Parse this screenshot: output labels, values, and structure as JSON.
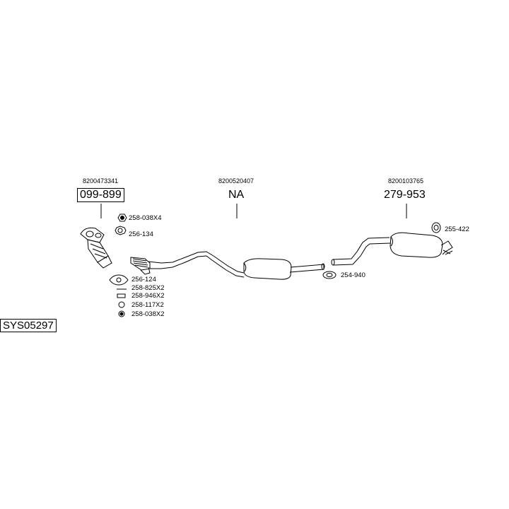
{
  "system_code": "SYS05297",
  "groups": [
    {
      "oem": "8200473341",
      "part": "099-899"
    },
    {
      "oem": "8200520407",
      "part": "NA"
    },
    {
      "oem": "8200103765",
      "part": "279-953"
    }
  ],
  "accessories": {
    "nut_top": "258-038X4",
    "gasket_top": "256-134",
    "gasket_bottom": "256-124",
    "bolt": "258-825X2",
    "spring": "258-946X2",
    "ring": "258-117X2",
    "nut_bottom": "258-038X2",
    "clamp": "254-940",
    "hanger": "255-422"
  }
}
